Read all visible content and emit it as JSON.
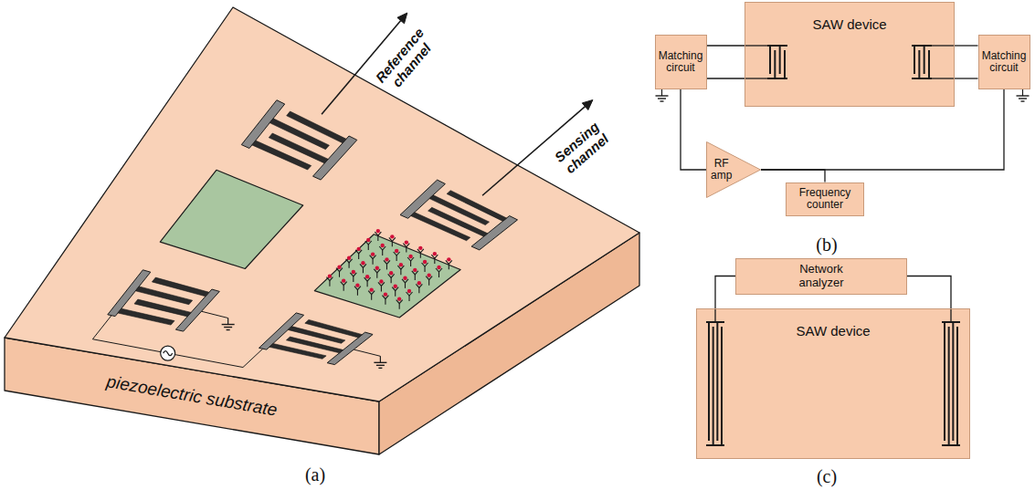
{
  "diagram": {
    "nodes": [
      {
        "text": [
          "Matching circuit"
        ]
      },
      {
        "text": [
          "SAW device"
        ]
      },
      {
        "text": [
          "Matching circuit"
        ]
      },
      {
        "text": [
          "RF amp"
        ]
      },
      {
        "text": [
          "Frequency counter"
        ]
      },
      {
        "text": [
          "Network analyzer"
        ]
      },
      {
        "text": [
          "SAW device"
        ]
      }
    ],
    "edges": [
      {
        "from": 0,
        "to": 1,
        "arrow": "none"
      },
      {
        "from": 1,
        "to": 2,
        "arrow": "none"
      },
      {
        "from": 0,
        "to": 3,
        "arrow": "none"
      },
      {
        "from": 3,
        "to": 2,
        "arrow": "none"
      },
      {
        "from": 3,
        "to": 4,
        "arrow": "none"
      },
      {
        "from": 5,
        "to": 6,
        "arrow": "none"
      },
      {
        "from": 5,
        "to": 6,
        "arrow": "none"
      }
    ],
    "labels": [
      "Reference channel",
      "Sensing channel",
      "piezoelectric substrate",
      "(a)",
      "(b)",
      "(c)"
    ]
  }
}
